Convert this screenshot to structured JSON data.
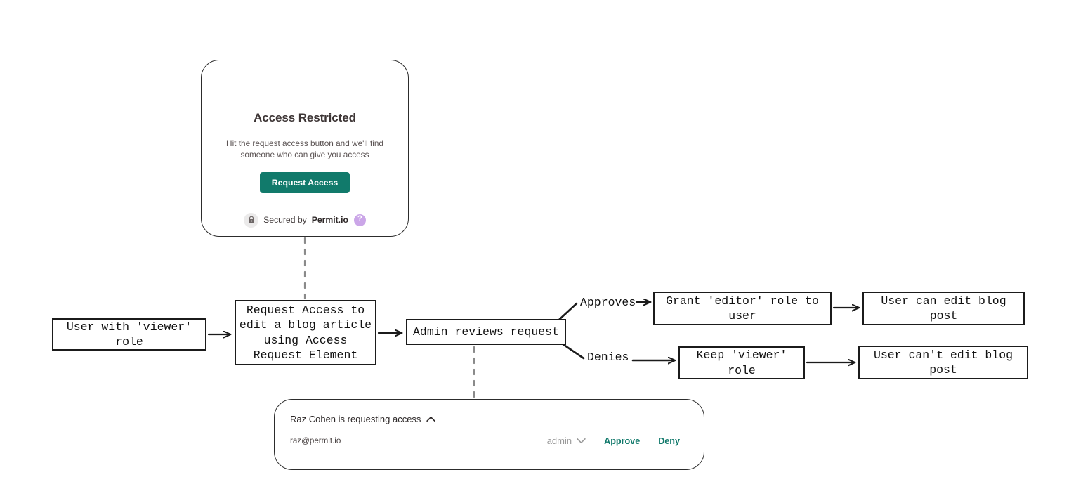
{
  "access_card": {
    "title": "Access Restricted",
    "subtitle": "Hit the request access button and we'll find someone who can give you access",
    "button_label": "Request Access",
    "secured_prefix": "Secured by",
    "secured_brand": "Permit.io",
    "lock_icon": "lock-icon",
    "help_icon": "help-icon",
    "help_glyph": "?",
    "accent_color": "#117a6b",
    "help_badge_color": "#cba6e8"
  },
  "approval_card": {
    "heading": "Raz Cohen is requesting access",
    "collapse_icon": "chevron-up-icon",
    "email": "raz@permit.io",
    "role_value": "admin",
    "role_chevron_icon": "chevron-down-icon",
    "approve_label": "Approve",
    "deny_label": "Deny",
    "link_color": "#11796b"
  },
  "flow": {
    "nodes": {
      "user": "User with 'viewer'\nrole",
      "request": "Request Access to\nedit a blog article\nusing Access\nRequest Element",
      "admin": "Admin reviews request",
      "grant": "Grant 'editor' role to\nuser",
      "keep": "Keep 'viewer'\nrole",
      "can_edit": "User can edit blog\npost",
      "cannot_edit": "User can't edit blog\npost"
    },
    "edge_labels": {
      "approves": "Approves",
      "denies": "Denies"
    },
    "stroke_color": "#1b1b1b",
    "dashed_connector_color": "#7a7a7a"
  }
}
